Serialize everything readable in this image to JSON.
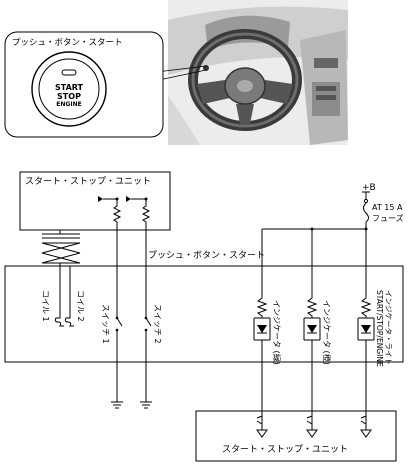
{
  "photo": {
    "callout_label": "プッシュ・ボタン・スタート",
    "button_text": [
      "START",
      "STOP",
      "ENGINE"
    ]
  },
  "supply": {
    "label": "+B",
    "fuse_rating": "AT 15 A",
    "fuse_label": "フューズ"
  },
  "unit_top": {
    "title": "スタート・ストップ・ユニット"
  },
  "push_button_block": {
    "title": "プッシュ・ボタン・スタート",
    "coil1": "コイル 1",
    "coil2": "コイル 2",
    "switch1": "スイッチ 1",
    "switch2": "スイッチ 2",
    "indicator_green": "インジケータ (緑)",
    "indicator_amber": "インジケータ (橙)",
    "light_line1": "START/STOP/ENGINE",
    "light_line2": "インジケータ・ライト"
  },
  "unit_bottom": {
    "title": "スタート・ストップ・ユニット"
  }
}
